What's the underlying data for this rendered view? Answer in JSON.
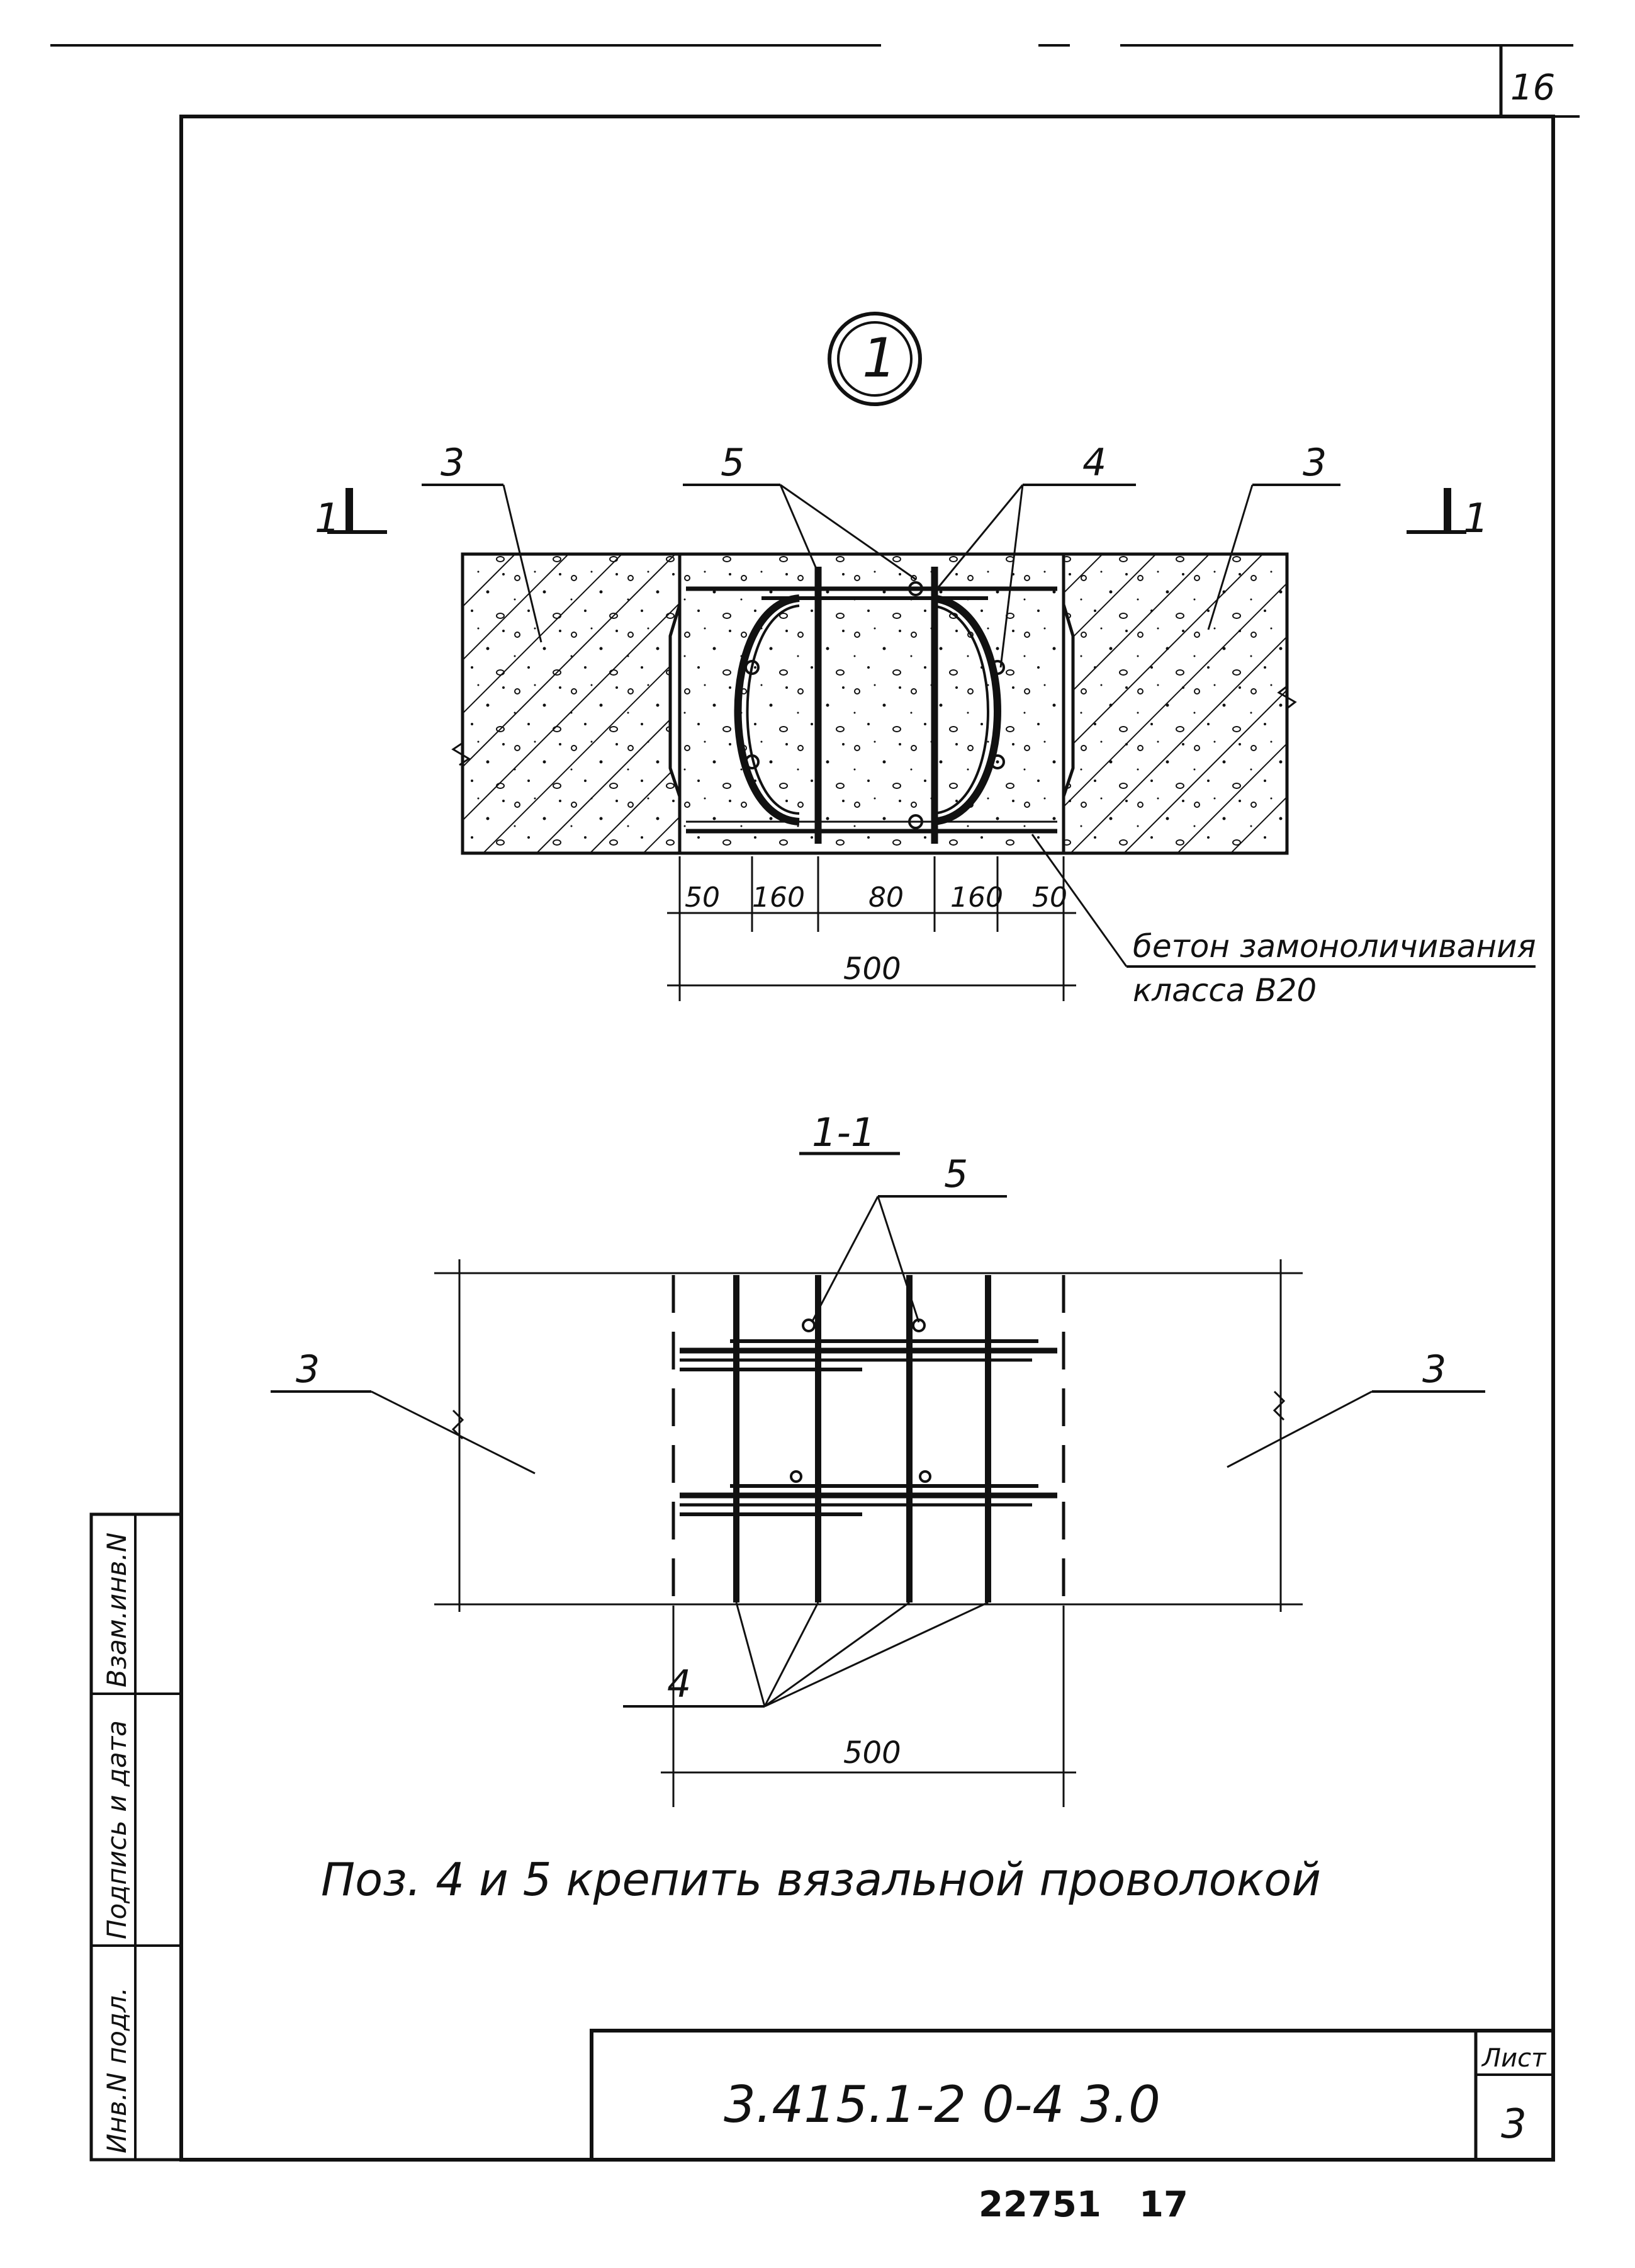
{
  "sheet": {
    "corner_page_number": "16",
    "sheet_label": "Лист",
    "sheet_number": "3",
    "document_code": "3.415.1-2 0-4 3.0",
    "stamp_number": "22751",
    "stamp_number_2": "17"
  },
  "side_stamp": {
    "field_1": "Инв.N подл.",
    "field_2": "Подпись и дата",
    "field_3": "Взам.инв.N"
  },
  "node_view": {
    "node_marker": "1",
    "section_mark_left": "1",
    "section_mark_right": "1",
    "callout_3_left": "3",
    "callout_3_right": "3",
    "callout_5": "5",
    "callout_4": "4",
    "dim_1": "50",
    "dim_2": "160",
    "dim_3": "80",
    "dim_4": "160",
    "dim_5": "50",
    "dim_total": "500",
    "concrete_note_line1": "бетон замоноличивания",
    "concrete_note_line2": "класса В20"
  },
  "section_view": {
    "title": "1-1",
    "callout_5": "5",
    "callout_3_left": "3",
    "callout_3_right": "3",
    "callout_4": "4",
    "dim_total": "500"
  },
  "note": "Поз. 4 и 5 крепить вязальной проволокой"
}
